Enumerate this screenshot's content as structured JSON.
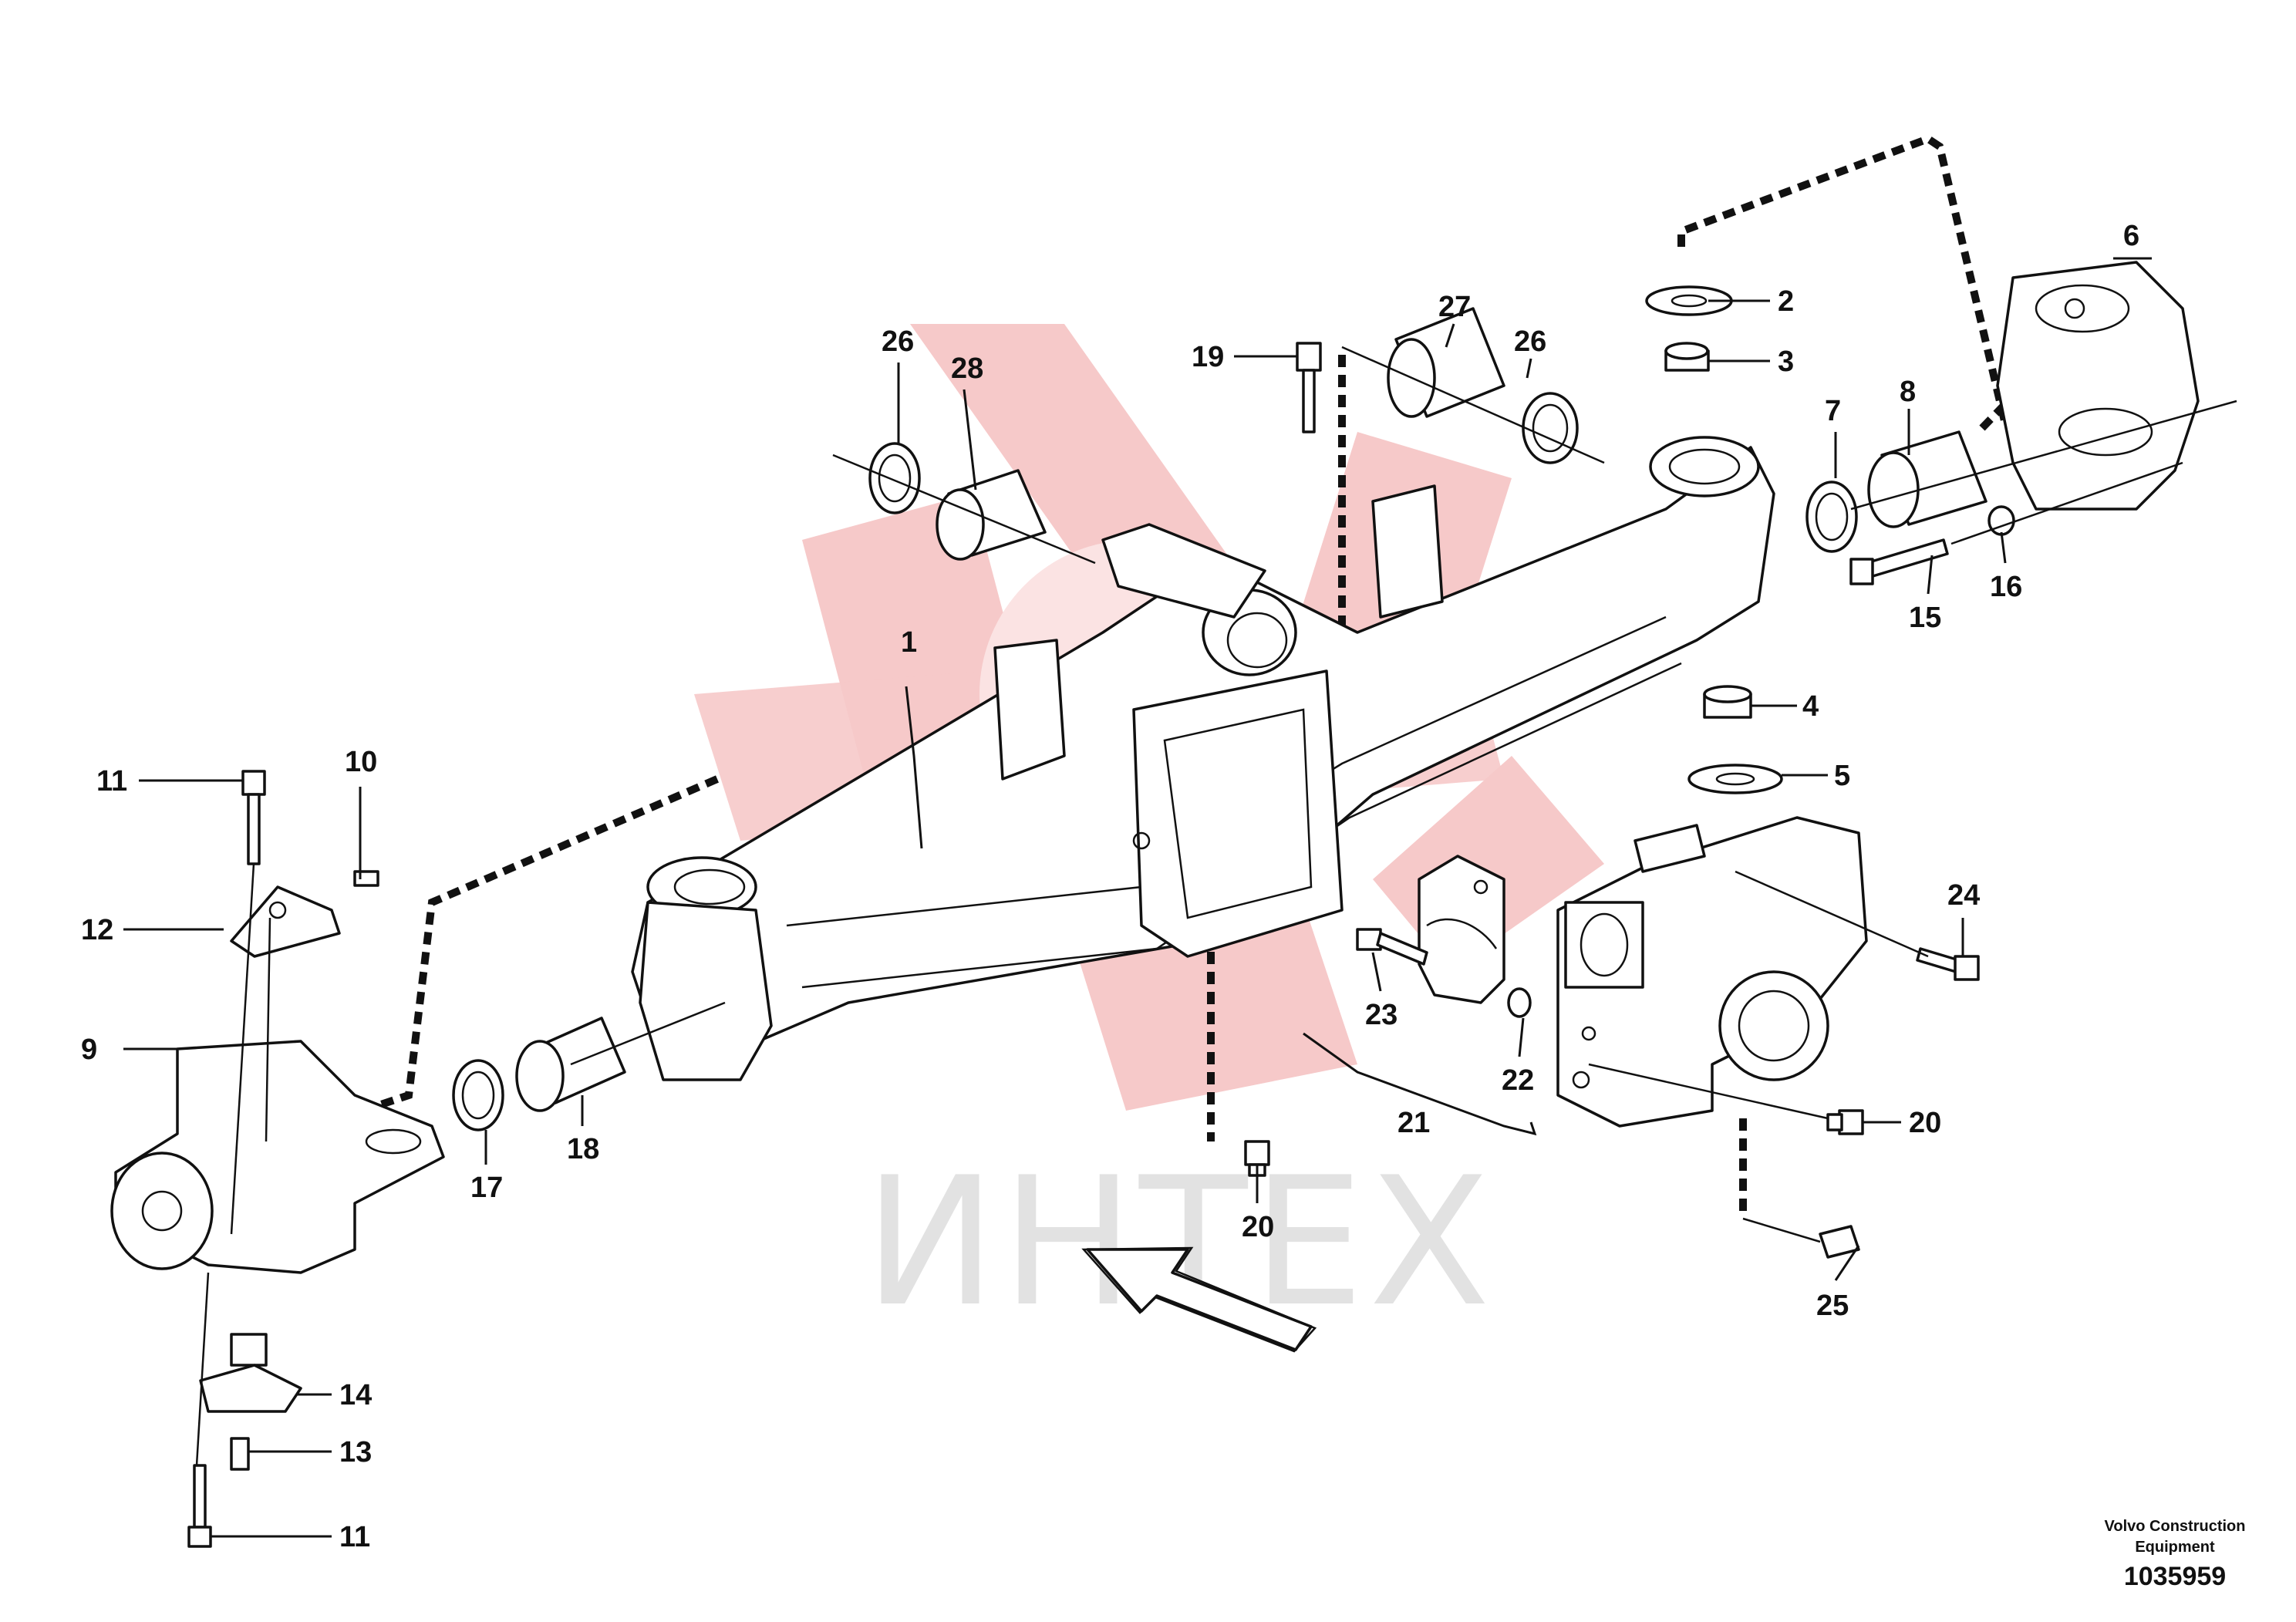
{
  "diagram": {
    "labels": {
      "l1": "1",
      "l2": "2",
      "l3": "3",
      "l4": "4",
      "l5": "5",
      "l6": "6",
      "l7": "7",
      "l8": "8",
      "l9": "9",
      "l10": "10",
      "l11a": "11",
      "l11b": "11",
      "l12": "12",
      "l13": "13",
      "l14": "14",
      "l15": "15",
      "l16": "16",
      "l17": "17",
      "l18": "18",
      "l19": "19",
      "l20a": "20",
      "l20b": "20",
      "l21": "21",
      "l22": "22",
      "l23": "23",
      "l24": "24",
      "l25": "25",
      "l26a": "26",
      "l26b": "26",
      "l27": "27",
      "l28": "28"
    },
    "watermark": {
      "text": "ИНТЕХ"
    },
    "credit": {
      "line1": "Volvo Construction",
      "line2": "Equipment",
      "number": "1035959"
    },
    "colors": {
      "line": "#111111",
      "watermark_logo": "#f6c9c9",
      "watermark_text": "#e2e2e2"
    }
  }
}
